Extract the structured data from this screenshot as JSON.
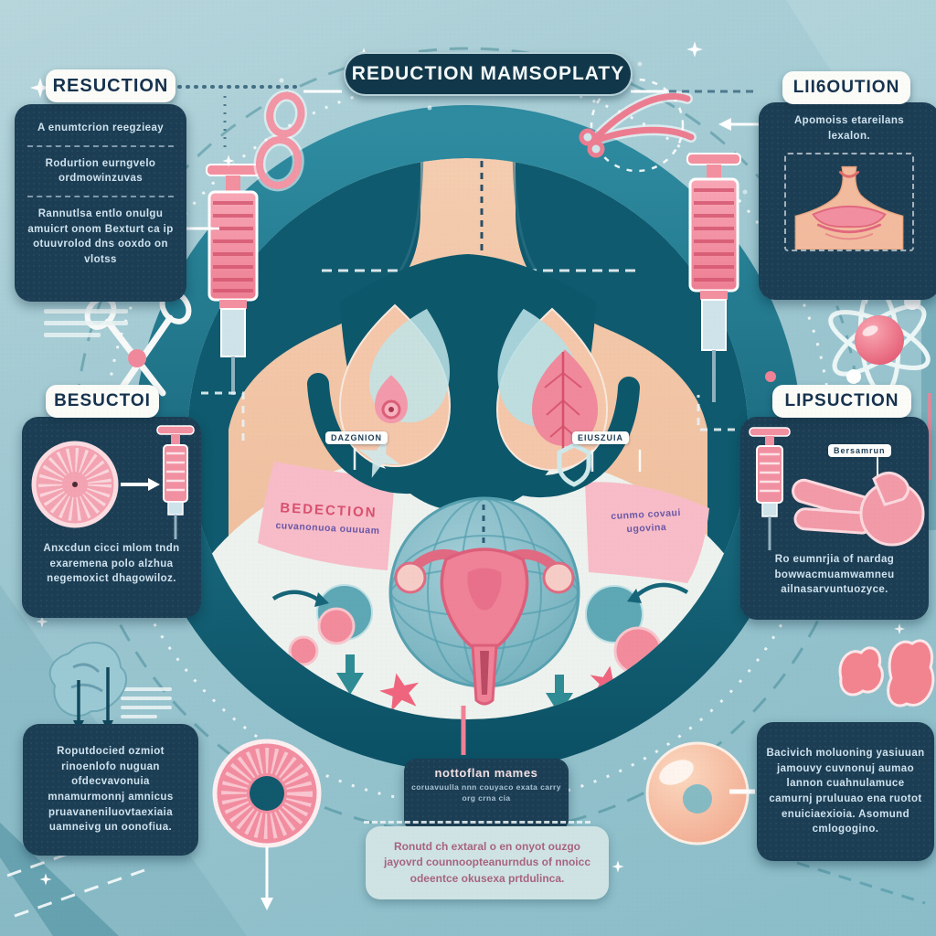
{
  "title": "REDUCTION MAMSOPLATY",
  "sections": {
    "top_left": {
      "label": "RESUCTION",
      "p1": "A enumtcrion reegzieay",
      "p2": "Rodurtion eurngvelo ordmowinzuvas",
      "p3": "Rannutlsa entlo onulgu amuicrt onom Bexturt ca ip otuuvrolod dns ooxdo on vlotss"
    },
    "top_right": {
      "label": "LII6OUTION",
      "text": "Apomoiss etareilans lexalon."
    },
    "mid_left": {
      "label": "BESUCTOI",
      "text": "Anxcdun cicci mlom tndn exaremena polo alzhua negemoxict dhagowiloz."
    },
    "mid_right": {
      "label": "LIPSUCTION",
      "tag": "Bersamrun",
      "text": "Ro eumnrjia of nardag bowwacmuamwamneu ailnasarvuntuozyce."
    },
    "bottom_left": {
      "text": "Roputdocied ozmiot rinoenlofo nuguan ofdecvavonuia mnamurmonnj amnicus pruavaneniluovtaexiaia uamneivg un oonofiua."
    },
    "bottom_center": {
      "header_title": "nottoflan mames",
      "header_text": "coruavuulla nnn couyaco exata carry org crna cia",
      "body": "Ronutd ch extaral o en onyot ouzgo jayovrd counnoopteanurndus of nnoicc odeentce okusexa prtdulinca."
    },
    "bottom_right": {
      "text": "Bacivich moluoning yasiuuan jamouvy cuvnonuj aumao lannon cuahnulamuce camurnj pruluuao ena ruotot enuiciaexioia. Asomund cmlogogino."
    }
  },
  "center": {
    "left_breast_tag": "DAZGNION",
    "right_breast_tag": "EIUSZUIA",
    "left_wedge_title": "BEDECTION",
    "left_wedge_sub": "cuvanonuoa ouuuam",
    "right_wedge_sub": "cunmo covaui ugovina"
  },
  "palette": {
    "background": "#9cc6d0",
    "ring_teal": "#14657a",
    "card_navy": "#1c3e54",
    "pill_bg": "#fbfbf8",
    "pill_text": "#16324e",
    "accent_pink": "#f28b9c",
    "deep_pink": "#e25c77",
    "skin": "#f2c3a6",
    "light_text": "#cfe2ee",
    "purple_text": "#6a57a8",
    "wedge_pink": "#f7bcc7"
  },
  "icons": {
    "syringe-icon": "vertical pink syringe",
    "safety-pin-icon": "pink figure-eight pin",
    "forceps-icon": "pink surgical clamp",
    "scissors-icon": "white surgical scissors",
    "note-lines-icon": "stacked white text lines",
    "atom-icon": "atom with pink nucleus",
    "brain-icon": "teal tissue blob",
    "donut-icon": "pink radial disc with teal hole",
    "glossy-ball-icon": "peach sphere with teal core",
    "tissue-blob-icon": "pink soft-tissue shapes",
    "star-icon": "pink five-point star",
    "arrow-down-icon": "teal chunky down arrow",
    "globe-icon": "teal globe sphere",
    "uterus-icon": "pink uterus diagram",
    "torso-illustration": "female torso with breast overlays",
    "hand-icon": "pink pointing hand",
    "sparkle-icon": "white four-point sparkle"
  }
}
